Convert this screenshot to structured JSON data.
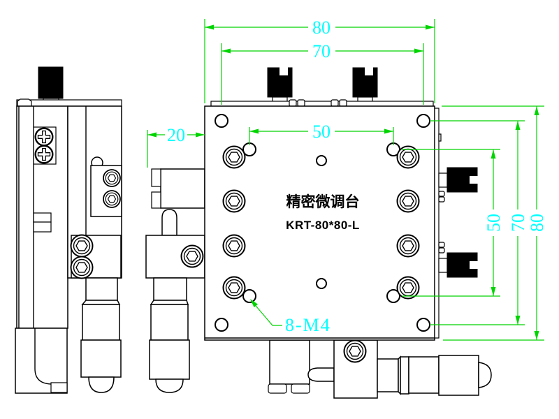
{
  "drawing": {
    "title": "精密微调台",
    "model": "KRT-80*80-L",
    "dimensions": {
      "top_outer": "80",
      "top_inner": "70",
      "top_holes": "50",
      "side_offset": "20",
      "right_holes": "50",
      "right_corner": "70",
      "right_outer": "80",
      "thread_callout": "8-M4"
    },
    "colors": {
      "line": "#000000",
      "knob_fill": "#000000",
      "dimension_line": "#00d400",
      "dimension_text": "#00ffff",
      "background": "#ffffff"
    }
  }
}
